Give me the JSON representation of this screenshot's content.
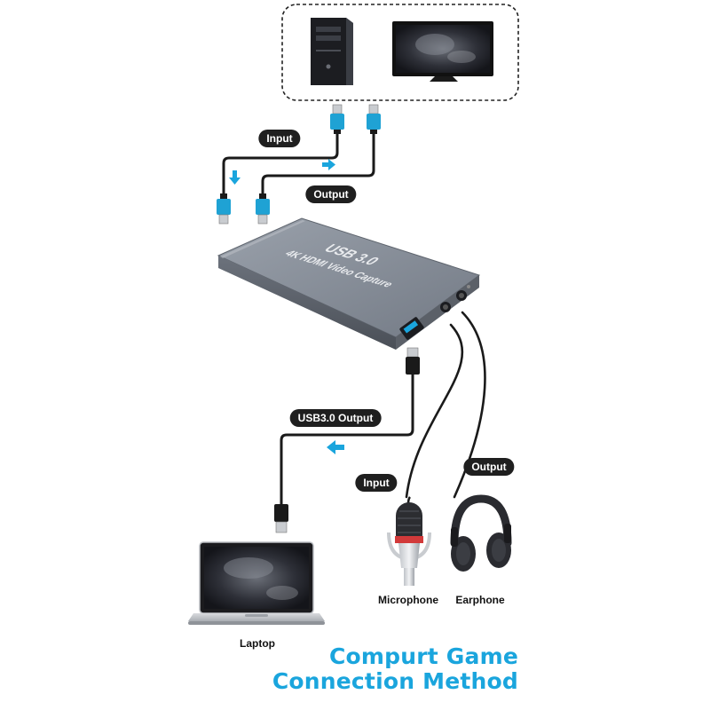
{
  "labels": {
    "hdmi_input": "Input",
    "hdmi_output": "Output",
    "usb_output": "USB3.0 Output",
    "mic_input": "Input",
    "ear_output": "Output"
  },
  "device": {
    "line1": "USB 3.0",
    "line2": "4K HDMI Video Capture"
  },
  "captions": {
    "laptop": "Laptop",
    "microphone": "Microphone",
    "earphone": "Earphone"
  },
  "title": {
    "line1": "Compurt Game",
    "line2": "Connection Method"
  },
  "colors": {
    "accent": "#1aa5dd",
    "label_bg": "#1f1f1f",
    "cable": "#1a1a1a",
    "device": "#7f8692"
  },
  "icons": {
    "pc": "pc-tower-icon",
    "monitor": "monitor-icon",
    "laptop": "laptop-icon",
    "microphone": "microphone-icon",
    "headphones": "headphones-icon"
  }
}
